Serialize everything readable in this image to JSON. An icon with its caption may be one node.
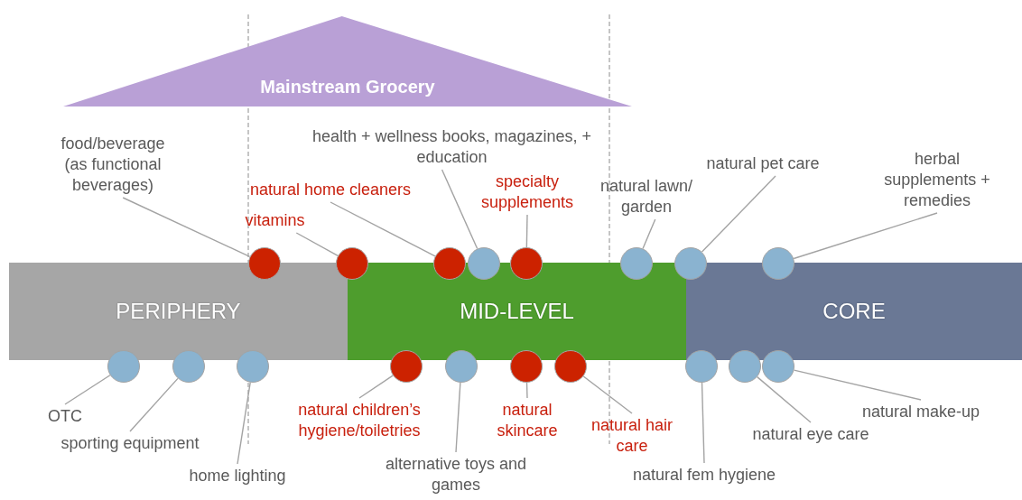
{
  "diagram": {
    "nodes": [
      {
        "text": [
          "Mainstream Grocery"
        ]
      },
      {
        "text": [
          "PERIPHERY"
        ]
      },
      {
        "text": [
          "MID-LEVEL"
        ]
      },
      {
        "text": [
          "CORE"
        ]
      },
      {
        "text": [
          "food/beverage (as functional beverages)"
        ]
      },
      {
        "text": [
          "vitamins"
        ]
      },
      {
        "text": [
          "natural home cleaners"
        ]
      },
      {
        "text": [
          "health + wellness books, magazines, + education"
        ]
      },
      {
        "text": [
          "specialty supplements"
        ]
      },
      {
        "text": [
          "natural lawn/ garden"
        ]
      },
      {
        "text": [
          "natural pet care"
        ]
      },
      {
        "text": [
          "herbal supplements + remedies"
        ]
      },
      {
        "text": [],
        "shape": "circle"
      },
      {
        "text": [],
        "shape": "circle"
      },
      {
        "text": [],
        "shape": "circle"
      },
      {
        "text": [],
        "shape": "circle"
      },
      {
        "text": [],
        "shape": "circle"
      },
      {
        "text": [],
        "shape": "circle"
      },
      {
        "text": [],
        "shape": "circle"
      },
      {
        "text": [],
        "shape": "circle"
      },
      {
        "text": [],
        "shape": "circle"
      },
      {
        "text": [],
        "shape": "circle"
      },
      {
        "text": [],
        "shape": "circle"
      },
      {
        "text": [],
        "shape": "circle"
      },
      {
        "text": [],
        "shape": "circle"
      },
      {
        "text": [],
        "shape": "circle"
      },
      {
        "text": [],
        "shape": "circle"
      },
      {
        "text": [],
        "shape": "circle"
      },
      {
        "text": [],
        "shape": "circle"
      },
      {
        "text": [],
        "shape": "circle"
      },
      {
        "text": [
          "OTC"
        ]
      },
      {
        "text": [
          "sporting equipment"
        ]
      },
      {
        "text": [
          "home lighting"
        ]
      },
      {
        "text": [
          "natural children’s hygiene/toiletries"
        ]
      },
      {
        "text": [
          "alternative toys and games"
        ]
      },
      {
        "text": [
          "natural skincare"
        ]
      },
      {
        "text": [
          "natural hair care"
        ]
      },
      {
        "text": [
          "natural fem hygiene"
        ]
      },
      {
        "text": [
          "natural eye care"
        ]
      },
      {
        "text": [
          "natural make-up"
        ]
      }
    ],
    "edges": [
      {
        "from": 4,
        "to": 12,
        "arrow": "none"
      },
      {
        "from": 5,
        "to": 13,
        "arrow": "none"
      },
      {
        "from": 6,
        "to": 14,
        "arrow": "none"
      },
      {
        "from": 7,
        "to": 15,
        "arrow": "none"
      },
      {
        "from": 8,
        "to": 16,
        "arrow": "none"
      },
      {
        "from": 9,
        "to": 17,
        "arrow": "none"
      },
      {
        "from": 10,
        "to": 18,
        "arrow": "none"
      },
      {
        "from": 11,
        "to": 19,
        "arrow": "none"
      },
      {
        "from": 30,
        "to": 20,
        "arrow": "none"
      },
      {
        "from": 31,
        "to": 21,
        "arrow": "none"
      },
      {
        "from": 32,
        "to": 22,
        "arrow": "none"
      },
      {
        "from": 33,
        "to": 23,
        "arrow": "none"
      },
      {
        "from": 34,
        "to": 24,
        "arrow": "none"
      },
      {
        "from": 35,
        "to": 25,
        "arrow": "none"
      },
      {
        "from": 36,
        "to": 26,
        "arrow": "none"
      },
      {
        "from": 37,
        "to": 27,
        "arrow": "none"
      },
      {
        "from": 38,
        "to": 28,
        "arrow": "none"
      },
      {
        "from": 39,
        "to": 29,
        "arrow": "none"
      }
    ]
  }
}
